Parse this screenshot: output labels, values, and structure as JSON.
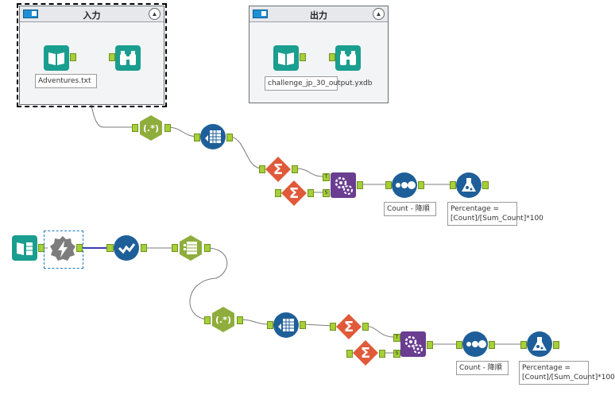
{
  "containers": [
    {
      "title": "入力"
    },
    {
      "title": "出力"
    }
  ],
  "annotations": {
    "input_file": "Adventures.txt",
    "output_file": "challenge_jp_30_output.yxdb",
    "sort1": "Count - 降順",
    "formula1": "Percentage = [Count]/[Sum_Count]*100",
    "sort2": "Count - 降順",
    "formula2": "Percentage = [Count]/[Sum_Count]*100"
  },
  "anchor_labels": {
    "target": "T",
    "source": "S"
  },
  "colors": {
    "input_output": "#1a9e8f",
    "regex": "#8fad3c",
    "transform": "#1f5f99",
    "summarize": "#e05a3a",
    "append": "#6a3d91",
    "canvas_bg": "#ffffff"
  }
}
